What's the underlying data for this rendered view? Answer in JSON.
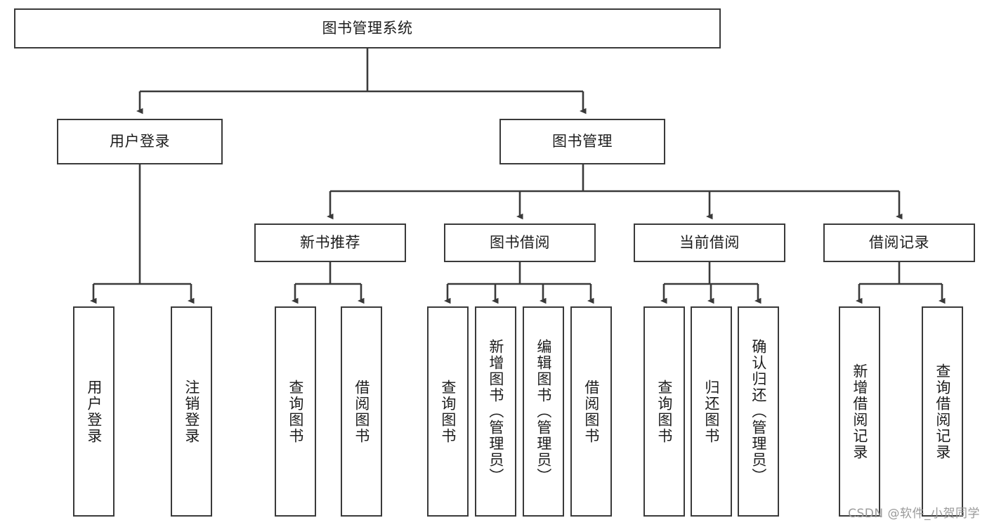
{
  "diagram": {
    "title": "图书管理系统",
    "type": "tree",
    "watermark": "CSDN @软件_小贺同学",
    "edge_color": "#3a3a3a",
    "box_border_color": "#3a3a3a",
    "box_fill_color": "#ffffff",
    "text_color": "#1d1d1d"
  },
  "nodes": {
    "root": {
      "label": "图书管理系统"
    },
    "level2": [
      {
        "label": "用户登录"
      },
      {
        "label": "图书管理"
      }
    ],
    "level3": [
      {
        "label": "新书推荐"
      },
      {
        "label": "图书借阅"
      },
      {
        "label": "当前借阅"
      },
      {
        "label": "借阅记录"
      }
    ],
    "leaves": {
      "user_login": [
        {
          "label": "用户登录"
        },
        {
          "label": "注销登录"
        }
      ],
      "new_book_recommend": [
        {
          "label": "查询图书"
        },
        {
          "label": "借阅图书"
        }
      ],
      "book_borrow": [
        {
          "label": "查询图书"
        },
        {
          "label": "新增图书（管理员）"
        },
        {
          "label": "编辑图书（管理员）"
        },
        {
          "label": "借阅图书"
        }
      ],
      "current_borrow": [
        {
          "label": "查询图书"
        },
        {
          "label": "归还图书"
        },
        {
          "label": "确认归还（管理员）"
        }
      ],
      "borrow_record": [
        {
          "label": "新增借阅记录"
        },
        {
          "label": "查询借阅记录"
        }
      ]
    }
  }
}
